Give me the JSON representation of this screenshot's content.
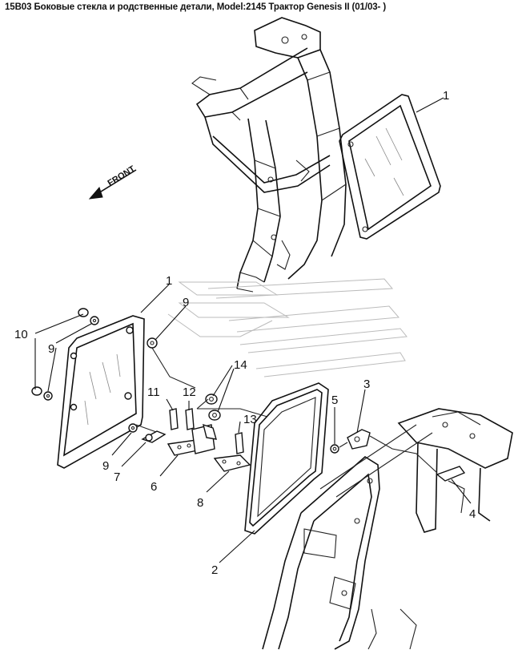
{
  "title": "15B03 Боковые стекла и родственные детали, Model:2145 Трактор Genesis II (01/03- )",
  "front_label": "FRONT",
  "callouts": {
    "c1a": "1",
    "c1b": "1",
    "c2": "2",
    "c3": "3",
    "c4": "4",
    "c5": "5",
    "c6": "6",
    "c7": "7",
    "c8": "8",
    "c9a": "9",
    "c9b": "9",
    "c9c": "9",
    "c10": "10",
    "c11": "11",
    "c12": "12",
    "c13": "13",
    "c14": "14"
  }
}
